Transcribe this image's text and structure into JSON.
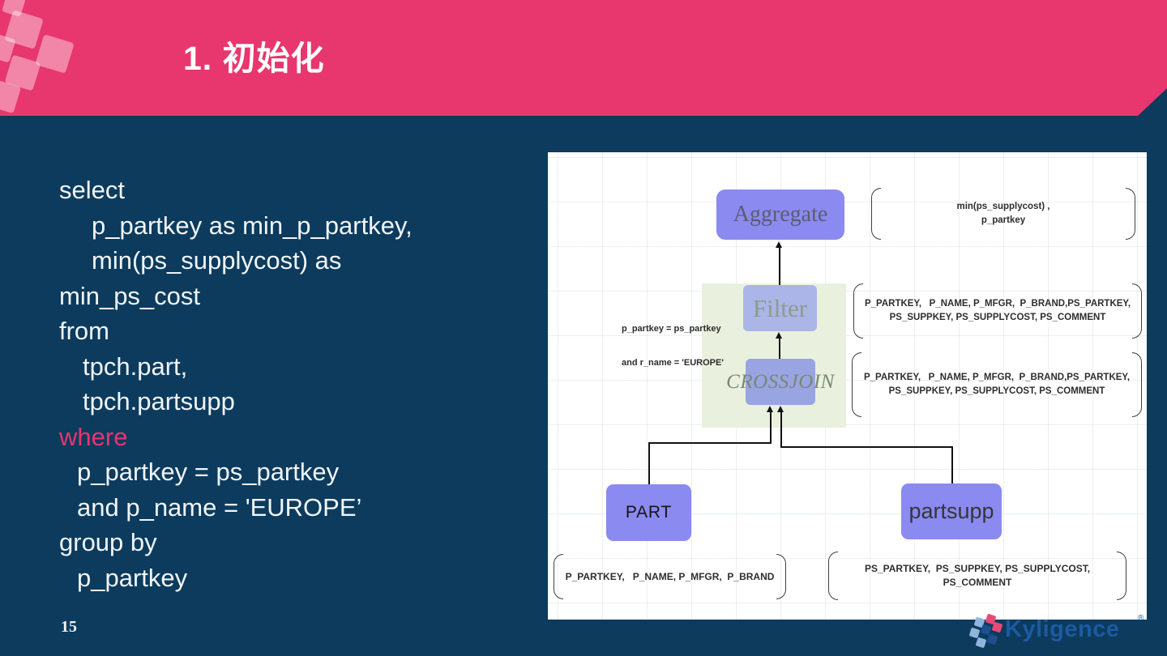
{
  "slide": {
    "title": "1. 初始化",
    "page_number": "15"
  },
  "sql": {
    "lines": [
      {
        "text": "select"
      },
      {
        "text": "p_partkey as min_p_partkey,"
      },
      {
        "text": "min(ps_supplycost) as"
      },
      {
        "text": "min_ps_cost"
      },
      {
        "text": "from"
      },
      {
        "text": "tpch.part,"
      },
      {
        "text": "tpch.partsupp"
      },
      {
        "text": "where"
      },
      {
        "text": "p_partkey = ps_partkey"
      },
      {
        "text": "and p_name = 'EUROPE’"
      },
      {
        "text": "group by"
      },
      {
        "text": "p_partkey"
      }
    ]
  },
  "diagram": {
    "aggregate": {
      "label": "Aggregate",
      "output_line1": "min(ps_supplycost) ,",
      "output_line2": "p_partkey"
    },
    "filter": {
      "label": "Filter",
      "condition_line1": "p_partkey = ps_partkey",
      "condition_line2": "and r_name = 'EUROPE'",
      "output_line1": "P_PARTKEY,   P_NAME, P_MFGR,  P_BRAND,PS_PARTKEY,",
      "output_line2": "PS_SUPPKEY, PS_SUPPLYCOST, PS_COMMENT"
    },
    "crossjoin": {
      "label": "CROSSJOIN",
      "output_line1": "P_PARTKEY,   P_NAME, P_MFGR,  P_BRAND,PS_PARTKEY,",
      "output_line2": "PS_SUPPKEY, PS_SUPPLYCOST, PS_COMMENT"
    },
    "part": {
      "label": "PART",
      "columns": "P_PARTKEY,   P_NAME, P_MFGR,  P_BRAND"
    },
    "partsupp": {
      "label": "partsupp",
      "columns_line1": "PS_PARTKEY,  PS_SUPPKEY, PS_SUPPLYCOST,",
      "columns_line2": "PS_COMMENT"
    }
  },
  "footer": {
    "brand": "Kyligence",
    "registered": "®"
  },
  "colors": {
    "header_pink": "#e8366e",
    "accent_pink": "#e8356f",
    "navy": "#0c3b5d",
    "node_purple": "#8a8af0",
    "filter_purple": "#abb5e7",
    "crossjoin_purple": "#99a5e3",
    "green_panel": "#e9f1de",
    "brand_blue": "#1c5aa0",
    "logo_light_blue": "#8fb4dd",
    "logo_dark_blue": "#1d4e8f",
    "logo_pink": "#e84a78"
  }
}
